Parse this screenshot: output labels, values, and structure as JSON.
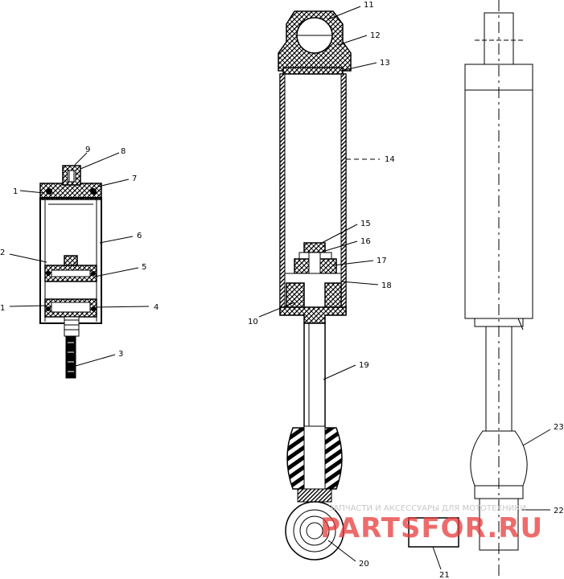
{
  "callouts": {
    "c1_top": "1",
    "c1_bottom": "1",
    "c2": "2",
    "c3": "3",
    "c4": "4",
    "c5": "5",
    "c6": "6",
    "c7": "7",
    "c8": "8",
    "c9": "9",
    "c10": "10",
    "c11": "11",
    "c12": "12",
    "c13": "13",
    "c14": "14",
    "c15": "15",
    "c16": "16",
    "c17": "17",
    "c18": "18",
    "c19": "19",
    "c20": "20",
    "c21": "21",
    "c22": "22",
    "c23": "23"
  },
  "watermark": {
    "caption": "ЗАПЧАСТИ И АКСЕССУАРЫ ДЛЯ МОТОТЕХНИКИ",
    "brand": "PARTSFOR.RU"
  }
}
